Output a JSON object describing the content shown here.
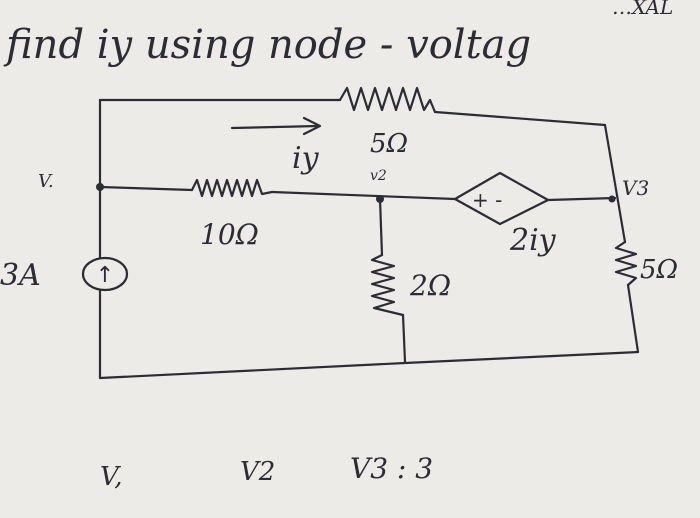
{
  "heading": {
    "text": "find iy using node - voltag",
    "corner_scribble": "…XAL"
  },
  "labels": {
    "node_v1": "V.",
    "node_v2": "v2",
    "node_v3": "V3",
    "iy_arrow": "iy",
    "r_top": "5Ω",
    "r_left": "10Ω",
    "r_mid": "2Ω",
    "r_right": "5Ω",
    "dep_src_polarity": "+ -",
    "dep_src_value": "2iy",
    "cur_src_value": "3A",
    "cur_src_arrow": "↑"
  },
  "footer": {
    "v1": "V,",
    "v2": "V2",
    "v3": "V3 : 3"
  },
  "colors": {
    "paper": "#ecebe8",
    "ink": "#2c2c34"
  }
}
